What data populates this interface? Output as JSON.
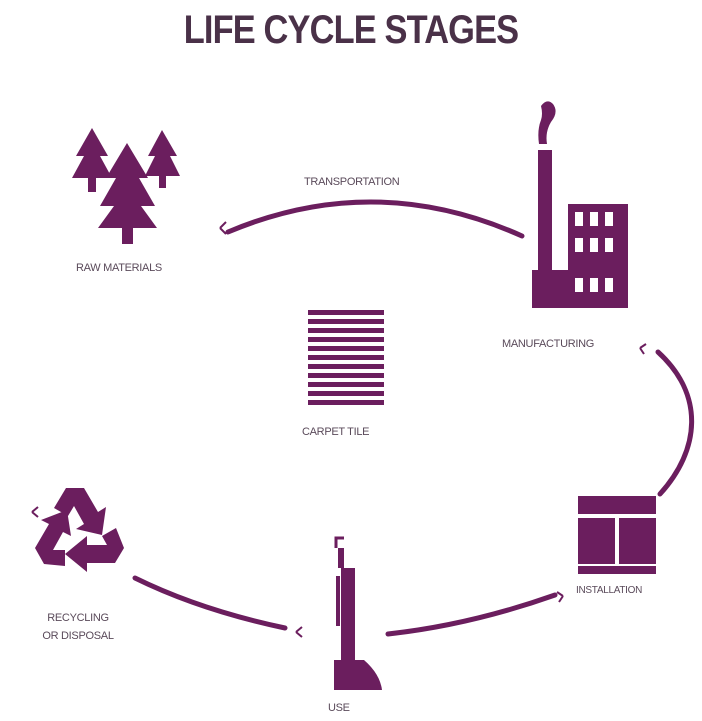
{
  "title": "LIFE CYCLE STAGES",
  "colors": {
    "accent": "#6b1e5e",
    "text": "#4a3148"
  },
  "stages": {
    "raw_materials": "RAW MATERIALS",
    "transportation": "TRANSPORTATION",
    "manufacturing": "MANUFACTURING",
    "product": "CARPET TILE",
    "installation": "INSTALLATION",
    "use": "USE",
    "recycling_line1": "RECYCLING",
    "recycling_line2": "OR DISPOSAL"
  },
  "icons": [
    "tree-icon",
    "factory-icon",
    "carpet-tile-icon",
    "boxes-icon",
    "vacuum-icon",
    "recycle-icon"
  ]
}
